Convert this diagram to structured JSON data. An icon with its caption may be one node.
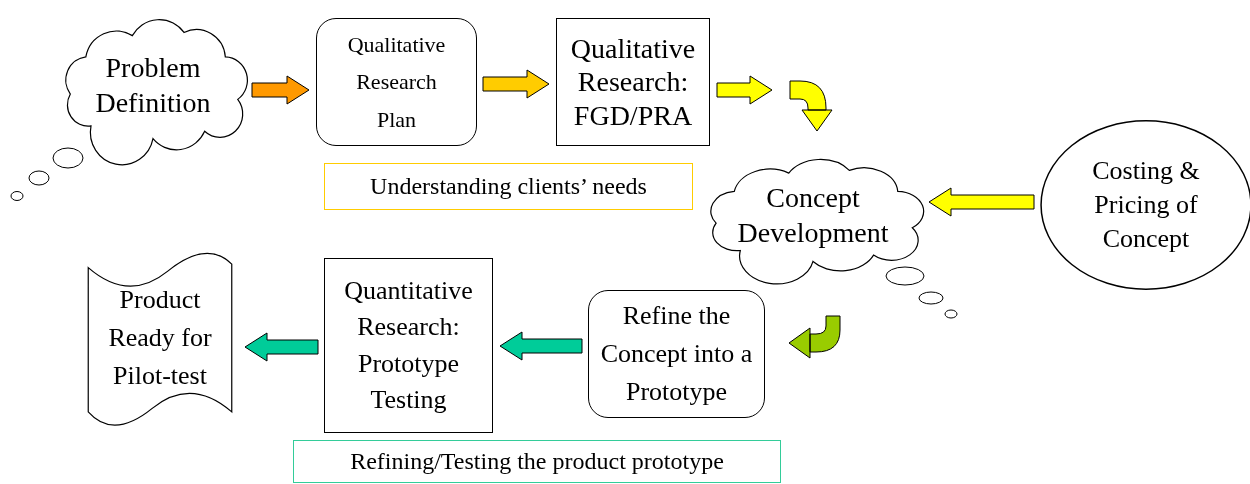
{
  "diagram": {
    "nodes": [
      {
        "text": [
          "Problem Definition"
        ]
      },
      {
        "text": [
          "Qualitative Research Plan"
        ]
      },
      {
        "text": [
          "Qualitative Research: FGD/PRA"
        ]
      },
      {
        "text": [
          "Understanding clients’ needs"
        ]
      },
      {
        "text": [
          "Concept Development"
        ]
      },
      {
        "text": [
          "Costing & Pricing of Concept"
        ]
      },
      {
        "text": [
          "Refine the Concept into a Prototype"
        ]
      },
      {
        "text": [
          "Quantitative Research: Prototype Testing"
        ]
      },
      {
        "text": [
          "Product Ready for Pilot-test"
        ]
      },
      {
        "text": [
          "Refining/Testing the product prototype"
        ]
      }
    ],
    "edges": [
      {
        "from": 0,
        "to": 1,
        "arrow": "to",
        "color": "#ff9900"
      },
      {
        "from": 1,
        "to": 2,
        "arrow": "to",
        "color": "#ffcc00"
      },
      {
        "from": 2,
        "to": 4,
        "arrow": "to",
        "color": "#ffff00"
      },
      {
        "from": 5,
        "to": 4,
        "arrow": "to",
        "color": "#ffff00"
      },
      {
        "from": 4,
        "to": 6,
        "arrow": "to",
        "color": "#99cc00"
      },
      {
        "from": 6,
        "to": 7,
        "arrow": "to",
        "color": "#00cc99"
      },
      {
        "from": 7,
        "to": 8,
        "arrow": "to",
        "color": "#00cc99"
      }
    ]
  }
}
